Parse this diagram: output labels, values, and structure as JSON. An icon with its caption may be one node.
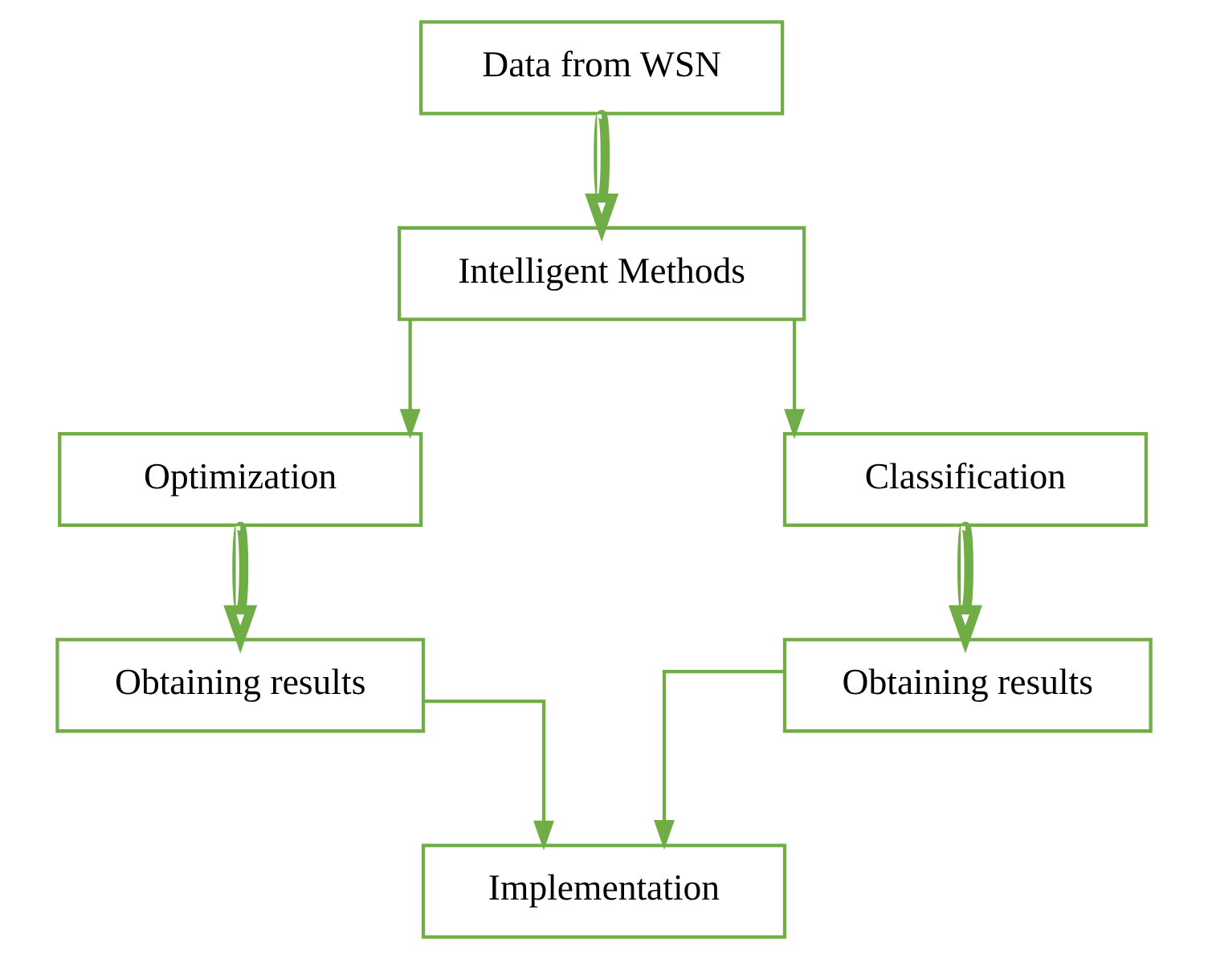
{
  "diagram": {
    "nodes": [
      {
        "text": [
          "Data from WSN"
        ]
      },
      {
        "text": [
          "Intelligent Methods"
        ]
      },
      {
        "text": [
          "Optimization"
        ]
      },
      {
        "text": [
          "Classification"
        ]
      },
      {
        "text": [
          "Obtaining results"
        ]
      },
      {
        "text": [
          "Obtaining results"
        ]
      },
      {
        "text": [
          "Implementation"
        ]
      }
    ],
    "edges": [
      {
        "from": 0,
        "to": 1,
        "arrow": "to",
        "style": "thick"
      },
      {
        "from": 1,
        "to": 2,
        "arrow": "to"
      },
      {
        "from": 1,
        "to": 3,
        "arrow": "to"
      },
      {
        "from": 2,
        "to": 4,
        "arrow": "to",
        "style": "thick"
      },
      {
        "from": 3,
        "to": 5,
        "arrow": "to",
        "style": "thick"
      },
      {
        "from": 4,
        "to": 6,
        "arrow": "to"
      },
      {
        "from": 5,
        "to": 6,
        "arrow": "to"
      }
    ]
  }
}
